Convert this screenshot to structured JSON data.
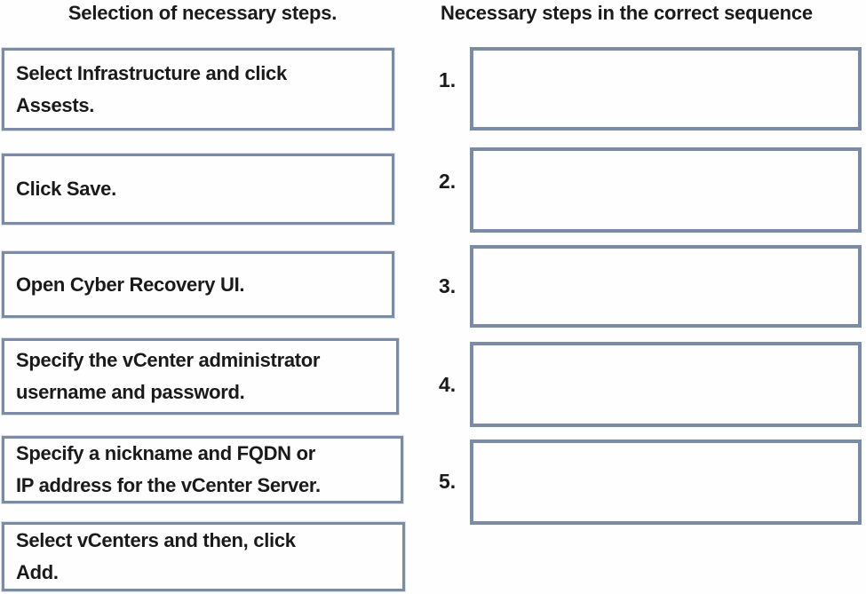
{
  "colors": {
    "box_border": "#7a8ca5",
    "text": "#1a1a1a",
    "background": "#fefefe"
  },
  "left_column": {
    "header": "Selection of necessary steps.",
    "steps": [
      {
        "label": "Select Infrastructure and click\nAssests."
      },
      {
        "label": "Click Save."
      },
      {
        "label": "Open Cyber Recovery UI."
      },
      {
        "label": "Specify the vCenter administrator\nusername and password."
      },
      {
        "label": "Specify a nickname and FQDN or\nIP address for the vCenter Server."
      },
      {
        "label": "Select vCenters and then, click\nAdd."
      }
    ]
  },
  "right_column": {
    "header": "Necessary steps in the correct sequence",
    "slots": [
      {
        "number": "1.",
        "value": ""
      },
      {
        "number": "2.",
        "value": ""
      },
      {
        "number": "3.",
        "value": ""
      },
      {
        "number": "4.",
        "value": ""
      },
      {
        "number": "5.",
        "value": ""
      }
    ]
  }
}
